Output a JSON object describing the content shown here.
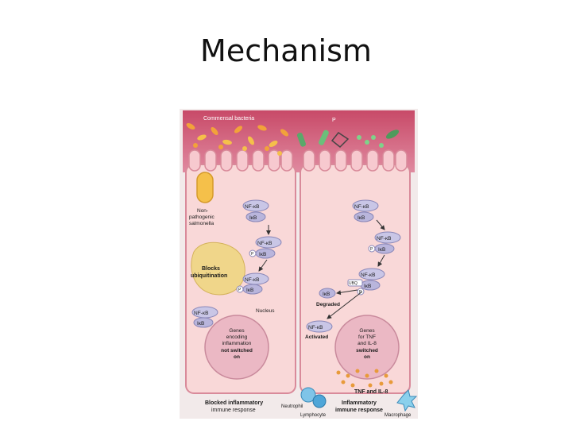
{
  "slide": {
    "title": "Mechanism"
  },
  "diagram": {
    "commensal_bacteria": "Commensal bacteria",
    "pathogen_marker": "P",
    "salmonella_line1": "Non-",
    "salmonella_line2": "pathogenic",
    "salmonella_line3": "salmonella",
    "blocks_line1": "Blocks",
    "blocks_line2": "ubiquitination",
    "nfkb": "NF-κB",
    "ikb": "IκB",
    "phospho": "P",
    "ubiquitin": "UBQ",
    "nucleus": "Nucleus",
    "genes_left_line1": "Genes",
    "genes_left_line2": "encoding",
    "genes_left_line3": "inflammation",
    "genes_left_line4": "not switched",
    "genes_left_line5": "on",
    "degraded": "Degraded",
    "activated": "Activated",
    "genes_right_line1": "Genes",
    "genes_right_line2": "for TNF",
    "genes_right_line3": "and IL-8",
    "genes_right_line4": "switched",
    "genes_right_line5": "on",
    "cytokines": "TNF and IL-8",
    "blocked_line1": "Blocked inflammatory",
    "blocked_line2": "immune response",
    "inflam_line1": "Inflammatory",
    "inflam_line2": "immune response",
    "neutrophil": "Neutrophil",
    "lymphocyte": "Lymphocyte",
    "macrophage": "Macrophage"
  }
}
